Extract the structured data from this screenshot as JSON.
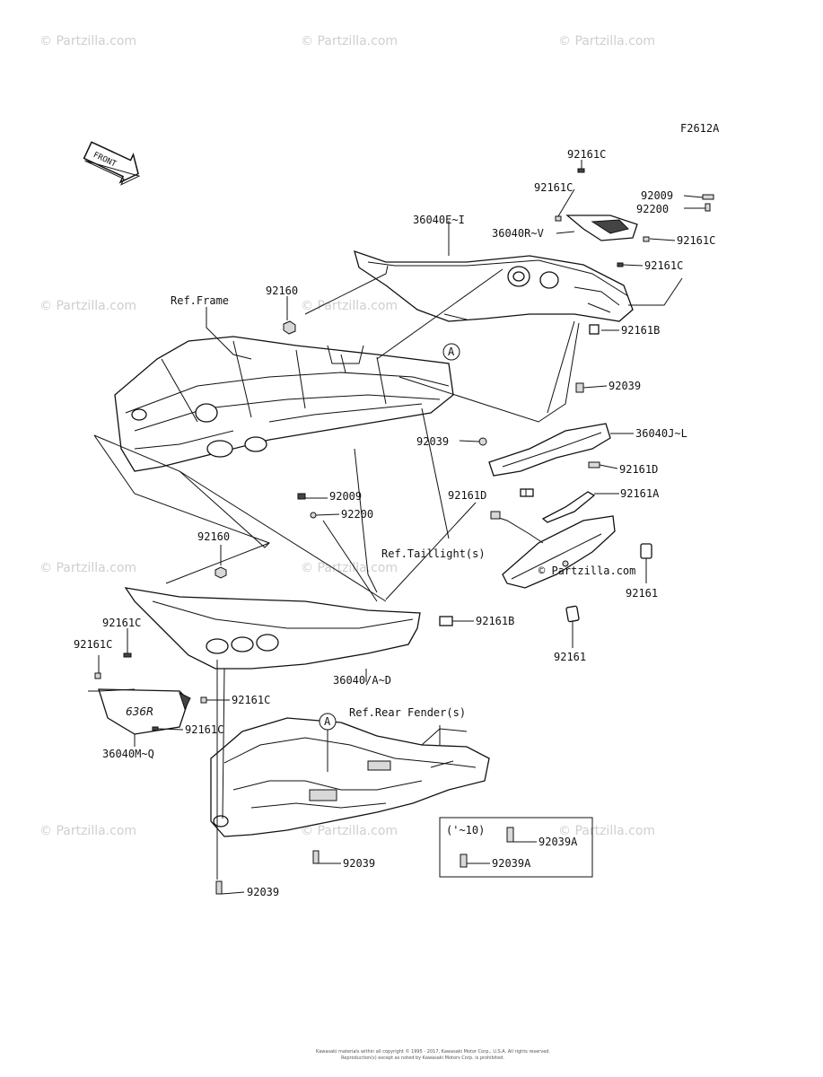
{
  "figure_code": "F2612A",
  "front_indicator": "FRONT",
  "watermark": "© Partzilla.com",
  "callout_ref": "A",
  "labels": {
    "p92161C_a": "92161C",
    "p92161C_b": "92161C",
    "p92009_a": "92009",
    "p92200_a": "92200",
    "p36040E_I": "36040E~I",
    "p36040R_V": "36040R~V",
    "p92161C_c": "92161C",
    "p92161C_d": "92161C",
    "ref_frame": "Ref.Frame",
    "p92160_a": "92160",
    "p92161B_a": "92161B",
    "p92039_a": "92039",
    "p36040J_L": "36040J~L",
    "p92039_b": "92039",
    "p92161D_a": "92161D",
    "p92161D_b": "92161D",
    "p92161A": "92161A",
    "p92009_b": "92009",
    "p92200_b": "92200",
    "p92160_b": "92160",
    "ref_taillight": "Ref.Taillight(s)",
    "p92161_a": "92161",
    "p92161_b": "92161",
    "p92161C_e": "92161C",
    "p92161B_b": "92161B",
    "p92161C_f": "92161C",
    "p36040_A_D": "36040/A~D",
    "p92161C_g": "92161C",
    "p92161C_h": "92161C",
    "p36040M_Q": "36040M~Q",
    "ref_rear_fender": "Ref.Rear Fender(s)",
    "inset_note": "('~10)",
    "p92039A_a": "92039A",
    "p92039A_b": "92039A",
    "p92039_c": "92039",
    "p92039_d": "92039",
    "decal_text": "636R"
  },
  "footer": {
    "line1": "Kawasaki materials within all copyright © 1995 - 2017, Kawasaki Motor Corp., U.S.A. All rights reserved.",
    "line2": "Reproduction(s) except as noted by Kawasaki Motors Corp. is prohibited."
  }
}
